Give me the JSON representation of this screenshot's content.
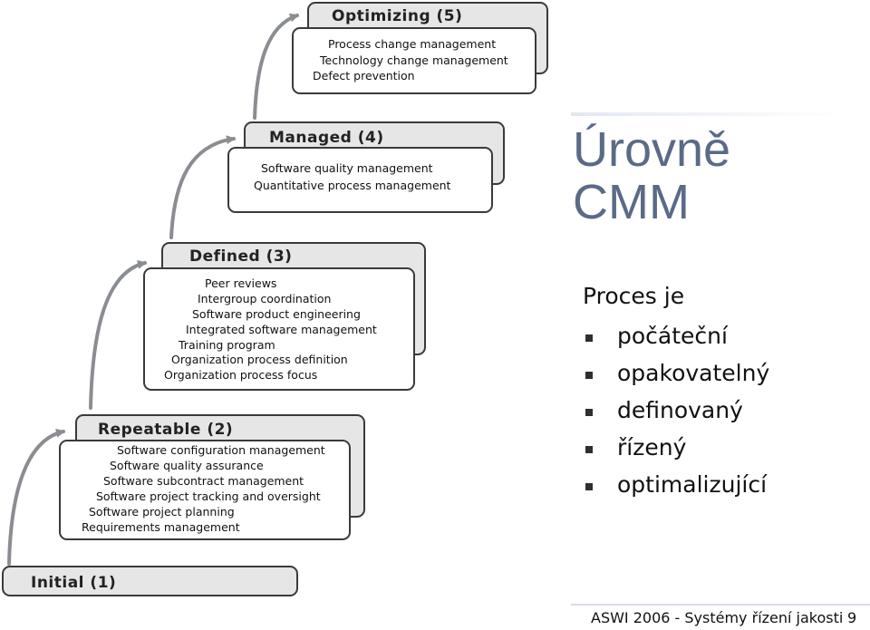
{
  "slide": {
    "title_line1": "Úrovně",
    "title_line2": "CMM",
    "bullet_intro": "Proces je",
    "bullets": [
      "počáteční",
      "opakovatelný",
      "definovaný",
      "řízený",
      "optimalizující"
    ],
    "footer_text": "ASWI 2006 - Systémy řízení jakosti",
    "page_number": "9"
  },
  "diagram": {
    "levels": [
      {
        "title": "Initial (1)",
        "items": []
      },
      {
        "title": "Repeatable (2)",
        "items": [
          "Software configuration management",
          "Software quality assurance",
          "Software subcontract management",
          "Software project tracking and oversight",
          "Software project planning",
          "Requirements management"
        ]
      },
      {
        "title": "Defined (3)",
        "items": [
          "Peer reviews",
          "Intergroup coordination",
          "Software product engineering",
          "Integrated software management",
          "Training program",
          "Organization process definition",
          "Organization process focus"
        ]
      },
      {
        "title": "Managed (4)",
        "items": [
          "Software quality management",
          "Quantitative process management"
        ]
      },
      {
        "title": "Optimizing (5)",
        "items": [
          "Process change management",
          "Technology change management",
          "Defect prevention"
        ]
      }
    ]
  },
  "colors": {
    "title": "#5a6a87",
    "box_back": "#e6e6e6",
    "arrow": "#8a8d92"
  }
}
